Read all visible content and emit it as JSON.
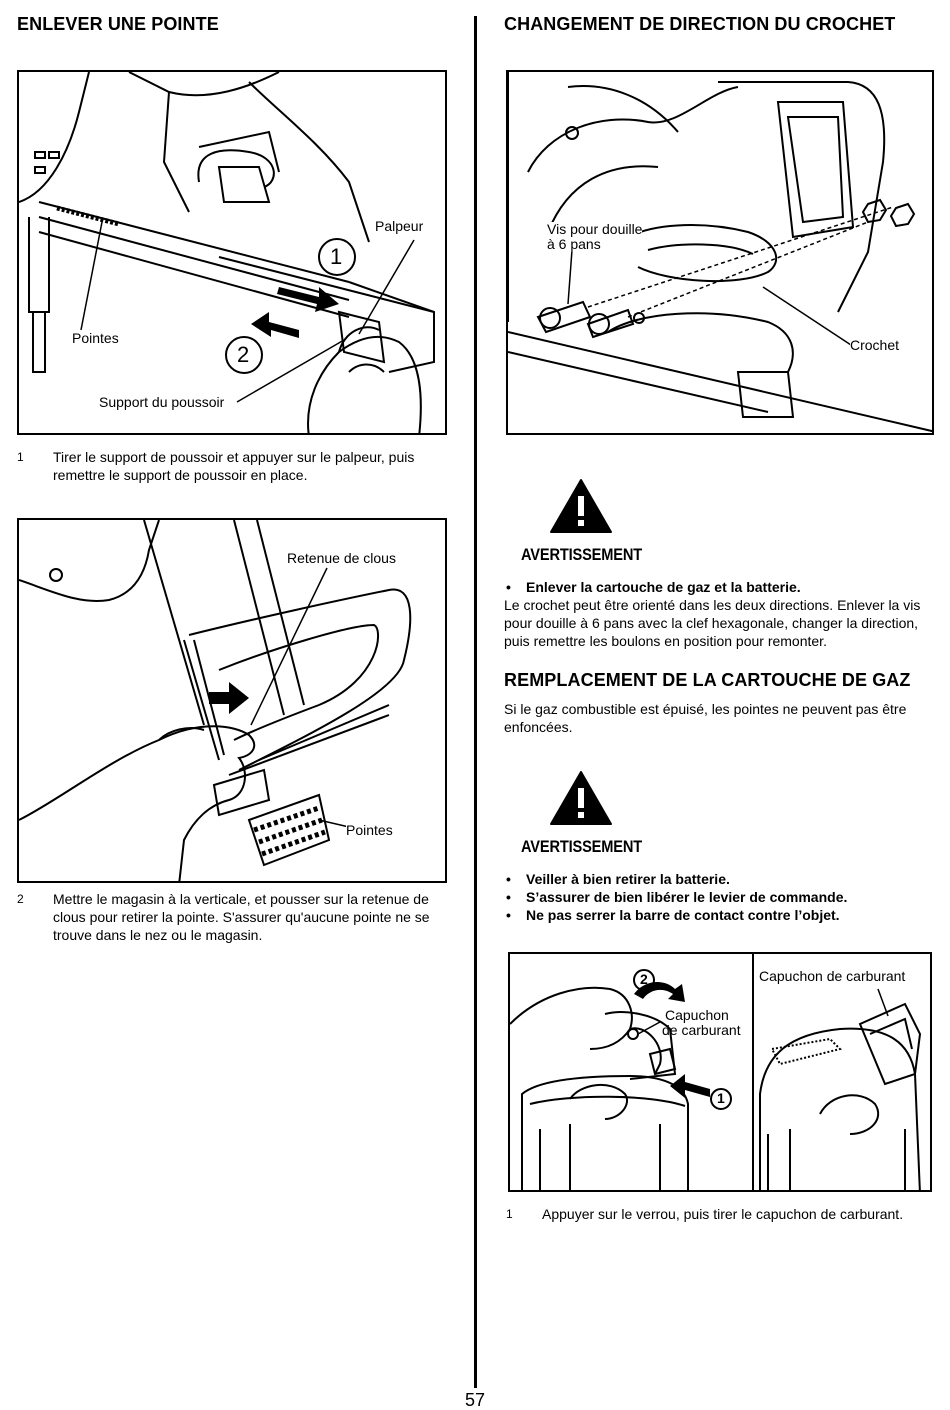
{
  "left": {
    "heading": "ENLEVER UNE POINTE",
    "fig1": {
      "labels": {
        "palpeur": "Palpeur",
        "pointes": "Pointes",
        "support": "Support du poussoir",
        "step1": "1",
        "step2": "2"
      }
    },
    "caption1": {
      "num": "1",
      "text": "Tirer le support de poussoir et appuyer sur le palpeur, puis remettre le support de poussoir en place."
    },
    "fig2": {
      "labels": {
        "retenue": "Retenue de clous",
        "pointes": "Pointes"
      }
    },
    "caption2": {
      "num": "2",
      "text": "Mettre le magasin à la verticale, et pousser sur la retenue de clous pour retirer la pointe. S'assurer qu'aucune pointe ne se trouve dans le nez ou le magasin."
    }
  },
  "right": {
    "heading": "CHANGEMENT DE DIRECTION DU CROCHET",
    "fig3": {
      "labels": {
        "vis_line1": "Vis pour douille",
        "vis_line2": "à 6 pans",
        "crochet": "Crochet"
      }
    },
    "warning1": {
      "title": "AVERTISSEMENT",
      "bullets": [
        "Enlever la cartouche de gaz et la batterie."
      ],
      "body": "Le crochet peut être orienté dans les deux directions. Enlever la vis pour douille à 6 pans avec la clef hexagonale, changer la direction, puis remettre les boulons en position pour remonter."
    },
    "heading2": "REMPLACEMENT DE LA CARTOUCHE DE GAZ",
    "intro": "Si le gaz combustible est épuisé, les pointes ne peuvent pas être enfoncées.",
    "warning2": {
      "title": "AVERTISSEMENT",
      "bullets": [
        "Veiller à bien retirer la batterie.",
        "S’assurer de bien libérer le levier de commande.",
        "Ne pas serrer la barre de contact contre l’objet."
      ]
    },
    "fig4": {
      "labels": {
        "step2": "2",
        "capuchon_line1": "Capuchon",
        "capuchon_line2": "de carburant",
        "step1": "1",
        "capuchon_right": "Capuchon de carburant"
      }
    },
    "caption3": {
      "num": "1",
      "text": "Appuyer sur le verrou, puis tirer le capuchon de carburant."
    }
  },
  "page_number": "57"
}
